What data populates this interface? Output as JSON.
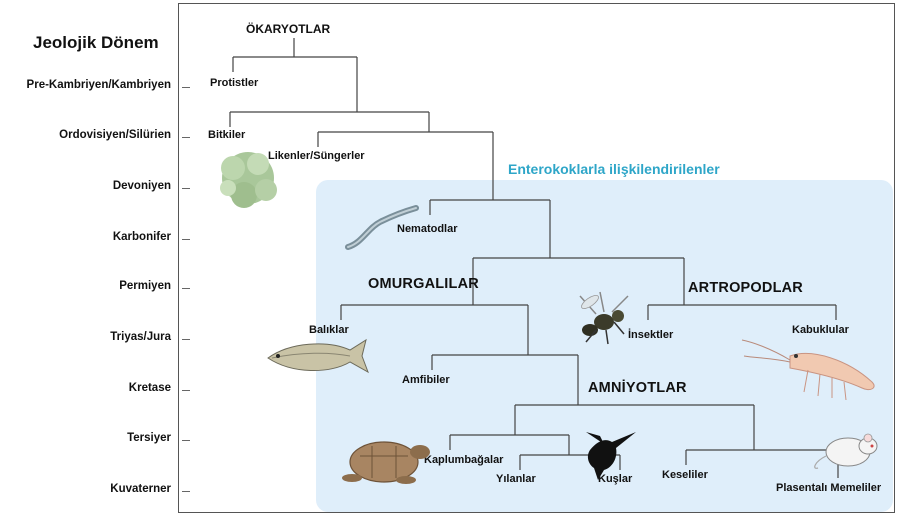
{
  "axis": {
    "title": "Jeolojik Dönem",
    "periods": [
      "Pre-Kambriyen/Kambriyen",
      "Ordovisiyen/Silürien",
      "Devoniyen",
      "Karbonifer",
      "Permiyen",
      "Triyas/Jura",
      "Kretase",
      "Tersiyer",
      "Kuvaterner"
    ]
  },
  "tree": {
    "root": "ÖKARYOTLAR",
    "highlight_label": "Enterokoklarla ilişkilendirilenler",
    "groups": {
      "vertebrates": "OMURGALILAR",
      "arthropods": "ARTROPODLAR",
      "amniotes": "AMNİYOTLAR"
    },
    "taxa": {
      "protists": "Protistler",
      "plants": "Bitkiler",
      "lichens_sponges": "Likenler/Süngerler",
      "nematodes": "Nematodlar",
      "fish": "Balıklar",
      "insects": "İnsektler",
      "crustaceans": "Kabuklular",
      "amphibians": "Amfibiler",
      "turtles": "Kaplumbağalar",
      "snakes": "Yılanlar",
      "birds": "Kuşlar",
      "marsupials": "Keseliler",
      "placentals": "Plasentalı Memeliler"
    }
  },
  "colors": {
    "highlight_bg": "#dfeefa",
    "highlight_text": "#2ea6c8",
    "lines": "#444444"
  },
  "icons": [
    "moss-icon",
    "worm-icon",
    "fish-icon",
    "insect-icon",
    "shrimp-icon",
    "turtle-icon",
    "bird-icon",
    "mouse-icon"
  ]
}
